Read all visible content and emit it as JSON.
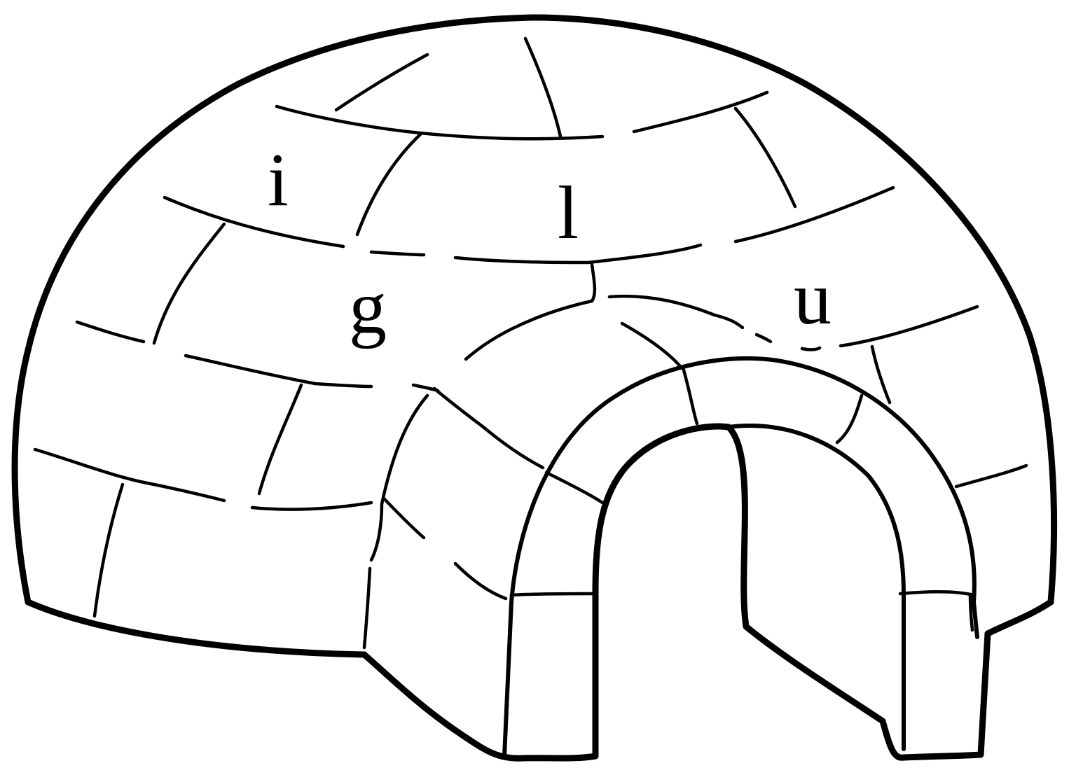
{
  "igloo": {
    "letters": {
      "first": "i",
      "second": "g",
      "third": "l",
      "fourth": "u"
    }
  },
  "colors": {
    "ink": "#000000",
    "background": "#ffffff"
  }
}
